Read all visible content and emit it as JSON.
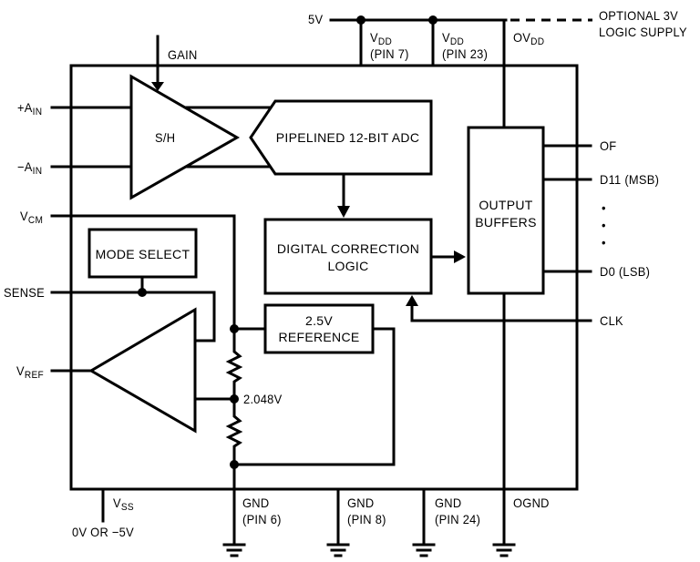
{
  "diagram": {
    "title": "Pipelined 12-bit ADC block diagram",
    "blocks": {
      "sh": "S/H",
      "adc": "PIPELINED 12-BIT ADC",
      "dcl_line1": "DIGITAL CORRECTION",
      "dcl_line2": "LOGIC",
      "ob_line1": "OUTPUT",
      "ob_line2": "BUFFERS",
      "mode": "MODE SELECT",
      "ref_line1": "2.5V",
      "ref_line2": "REFERENCE"
    },
    "supply": {
      "v5": "5V",
      "vdd": "V",
      "vdd_sub": "DD",
      "vdd_pin7": "(PIN 7)",
      "vdd_pin23": "(PIN 23)",
      "ovdd": "OV",
      "ovdd_sub": "DD",
      "opt_line1": "OPTIONAL 3V",
      "opt_line2": "LOGIC SUPPLY"
    },
    "inputs": {
      "gain": "GAIN",
      "ain_pos": "+A",
      "ain_neg": "−A",
      "ain_sub": "IN",
      "vcm": "V",
      "vcm_sub": "CM",
      "sense": "SENSE",
      "vref": "V",
      "vref_sub": "REF"
    },
    "outputs": {
      "of": "OF",
      "d11": "D11 (MSB)",
      "d0": "D0 (LSB)",
      "clk": "CLK",
      "ellipsis": "•"
    },
    "internal": {
      "node_2048": "2.048V"
    },
    "bottom": {
      "vss": "V",
      "vss_sub": "SS",
      "vss_range": "0V OR −5V",
      "gnd": "GND",
      "gnd_pin6": "(PIN 6)",
      "gnd_pin8": "(PIN 8)",
      "gnd_pin24": "(PIN 24)",
      "ognd": "OGND"
    }
  }
}
